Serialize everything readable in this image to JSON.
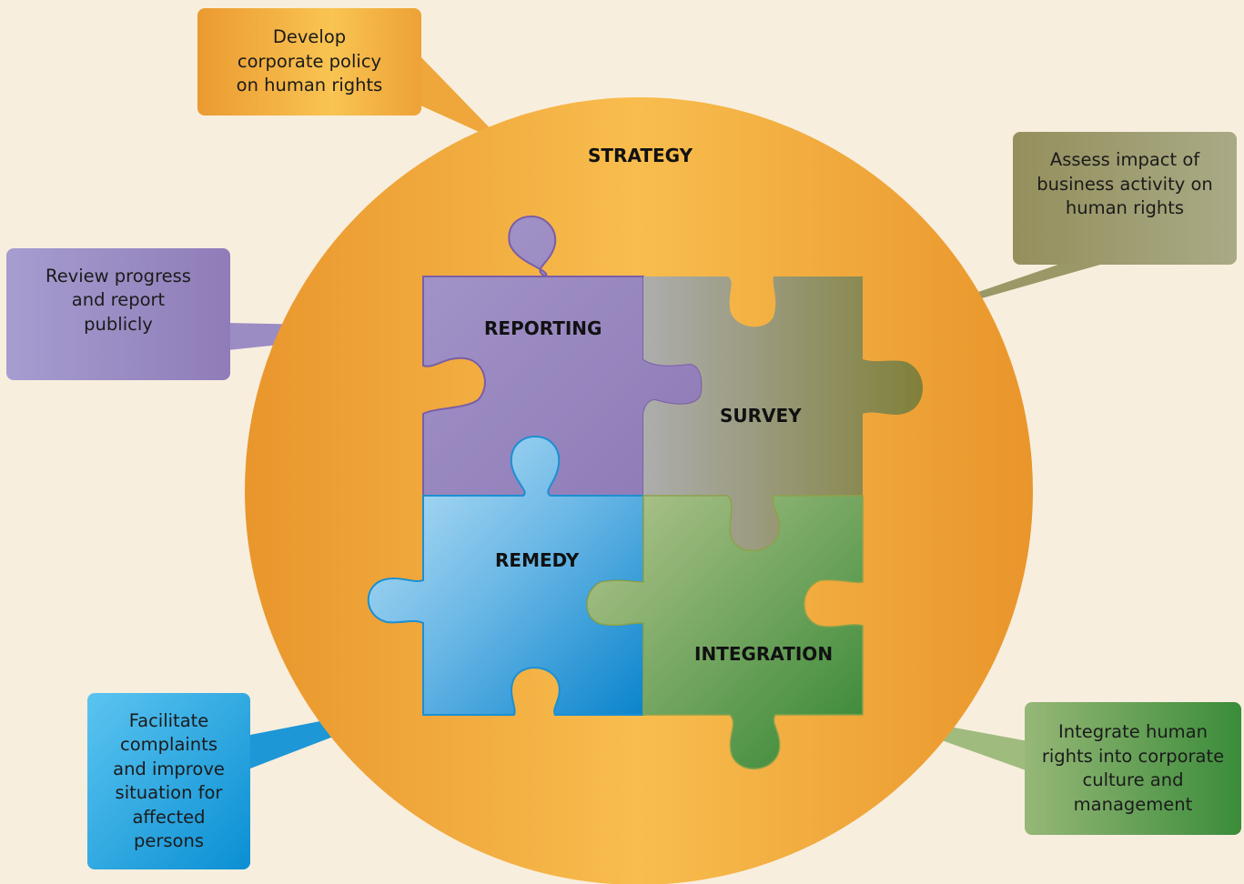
{
  "center": {
    "label": "STRATEGY"
  },
  "pieces": {
    "reporting": {
      "label": "REPORTING"
    },
    "survey": {
      "label": "SURVEY"
    },
    "remedy": {
      "label": "REMEDY"
    },
    "integration": {
      "label": "INTEGRATION"
    }
  },
  "callouts": {
    "strategy": {
      "text": "Develop corporate policy on human rights"
    },
    "reporting": {
      "text": "Review progress and report publicly"
    },
    "survey": {
      "text": "Assess impact of business activity on human rights"
    },
    "remedy": {
      "text": "Facilitate complaints and improve situation for affected persons"
    },
    "integration": {
      "text": "Integrate human rights into corporate culture and management"
    }
  },
  "colors": {
    "background": "#f8eedd",
    "circle": "#f0a83a",
    "reporting": "#9585bd",
    "survey": "#8a8a5a",
    "remedy": "#3aa2dd",
    "integration": "#5f9a48"
  }
}
